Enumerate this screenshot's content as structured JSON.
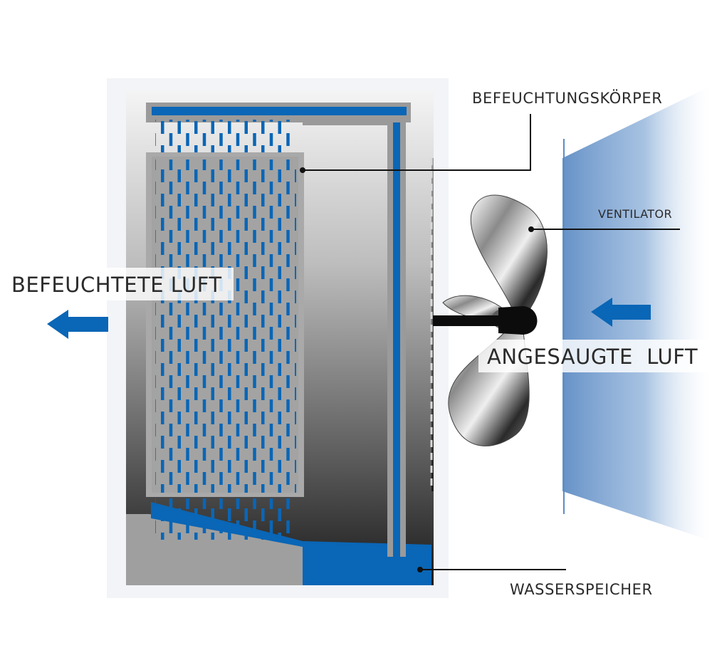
{
  "labels": {
    "humidifier_body": "BEFEUCHTUNGSKÖRPER",
    "fan": "VENTILATOR",
    "humidified_air": "BEFEUCHTETE LUFT",
    "intake_air": "ANGESAUGTE  LUFT",
    "water_tank": "WASSERSPEICHER"
  },
  "colors": {
    "water_blue": "#0a66b6",
    "air_blue": "#5e8cc4",
    "housing_light": "#dcdcdc",
    "housing_dark": "#1e1e1e",
    "pad_gray": "#a9a9a9",
    "leader_line": "#111111"
  },
  "icons": {
    "outflow_arrow": "arrow-left-icon",
    "inflow_arrow": "arrow-left-icon",
    "fan_blades": "propeller-icon",
    "flow_direction_arrow": "arrow-right-icon"
  }
}
